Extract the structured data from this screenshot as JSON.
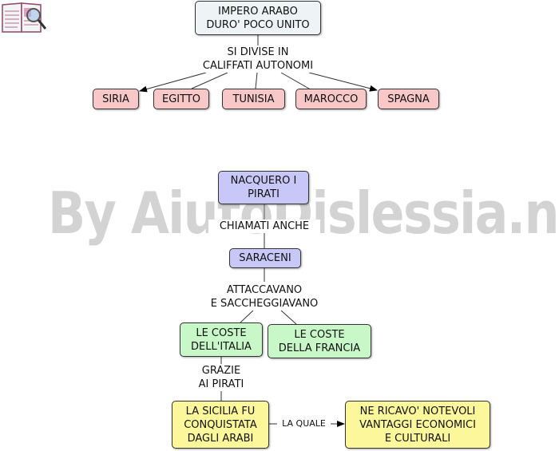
{
  "colors": {
    "gray_fill": "#eef3f5",
    "red_fill": "#f8c8c8",
    "blue_fill": "#c8c8f8",
    "green_fill": "#c8f8c8",
    "yellow_fill": "#fbf79a"
  },
  "icon": "book-magnifier-icon",
  "watermark": "By AiutoDislessia.net",
  "nodes": {
    "impero": "IMPERO ARABO\nDURO' POCO UNITO",
    "siria": "SIRIA",
    "egitto": "EGITTO",
    "tunisia": "TUNISIA",
    "marocco": "MAROCCO",
    "spagna": "SPAGNA",
    "pirati": "NACQUERO I\nPIRATI",
    "saraceni": "SARACENI",
    "coste_italia": "LE COSTE\nDELL'ITALIA",
    "coste_francia": "LE COSTE\nDELLA FRANCIA",
    "sicilia": "LA SICILIA FU\nCONQUISTATA\nDAGLI ARABI",
    "vantaggi": "NE RICAVO' NOTEVOLI\nVANTAGGI ECONOMICI\nE CULTURALI"
  },
  "links": {
    "si_divise": "SI DIVISE IN\nCALIFFATI AUTONOMI",
    "chiamati": "CHIAMATI ANCHE",
    "attaccavano": "ATTACCAVANO\nE SACCHEGGIAVANO",
    "grazie": "GRAZIE\nAI PIRATI",
    "la_quale": "LA QUALE"
  }
}
